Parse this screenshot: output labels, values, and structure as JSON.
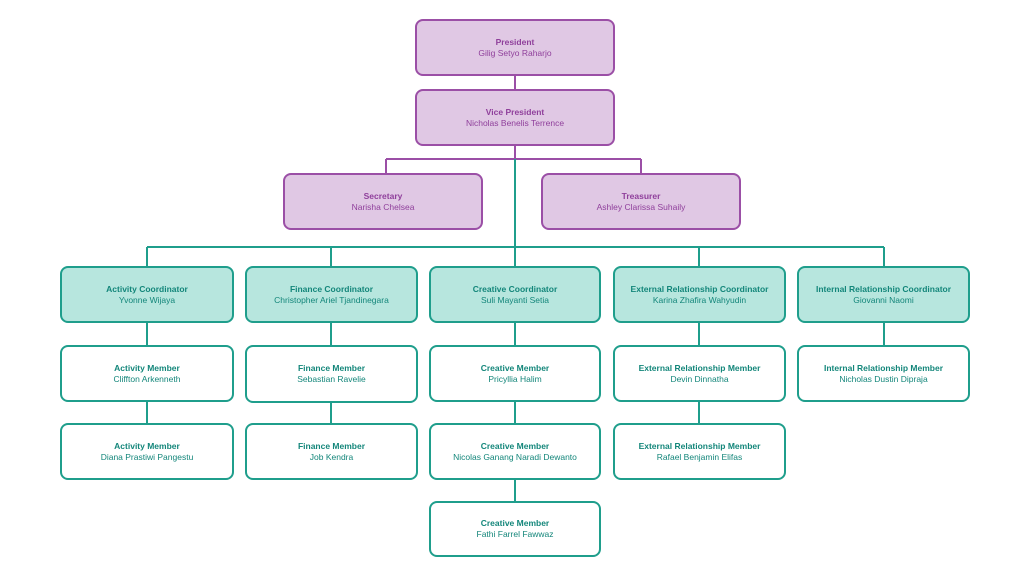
{
  "president": {
    "role": "President",
    "name": "Gilig Setyo Raharjo"
  },
  "vice_president": {
    "role": "Vice President",
    "name": "Nicholas Benelis Terrence"
  },
  "secretary": {
    "role": "Secretary",
    "name": "Narisha Chelsea"
  },
  "treasurer": {
    "role": "Treasurer",
    "name": "Ashley Clarissa Suhaily"
  },
  "coordinators": [
    {
      "role": "Activity Coordinator",
      "name": "Yvonne Wijaya"
    },
    {
      "role": "Finance Coordinator",
      "name": "Christopher Ariel Tjandinegara"
    },
    {
      "role": "Creative Coordinator",
      "name": "Suli Mayanti Setia"
    },
    {
      "role": "External Relationship Coordinator",
      "name": "Karina Zhafira Wahyudin"
    },
    {
      "role": "Internal Relationship Coordinator",
      "name": "Giovanni Naomi"
    }
  ],
  "members": {
    "activity": [
      {
        "role": "Activity Member",
        "name": "Cliffton Arkenneth"
      },
      {
        "role": "Activity Member",
        "name": "Diana Prastiwi Pangestu"
      }
    ],
    "finance": [
      {
        "role": "Finance Member",
        "name": "Sebastian Ravelie"
      },
      {
        "role": "Finance Member",
        "name": "Job Kendra"
      }
    ],
    "creative": [
      {
        "role": "Creative Member",
        "name": "Pricyllia Halim"
      },
      {
        "role": "Creative Member",
        "name": "Nicolas Ganang Naradi Dewanto"
      },
      {
        "role": "Creative Member",
        "name": "Fathi Farrel Fawwaz"
      }
    ],
    "external": [
      {
        "role": "External Relationship Member",
        "name": "Devin Dinnatha"
      },
      {
        "role": "External Relationship Member",
        "name": "Rafael Benjamin Elifas"
      }
    ],
    "internal": [
      {
        "role": "Internal Relationship Member",
        "name": "Nicholas Dustin Dipraja"
      }
    ]
  },
  "colors": {
    "executive_fill": "#e0c8e4",
    "executive_border": "#9b4fa6",
    "coordinator_fill": "#b7e6de",
    "team_border": "#1f9e8c"
  }
}
